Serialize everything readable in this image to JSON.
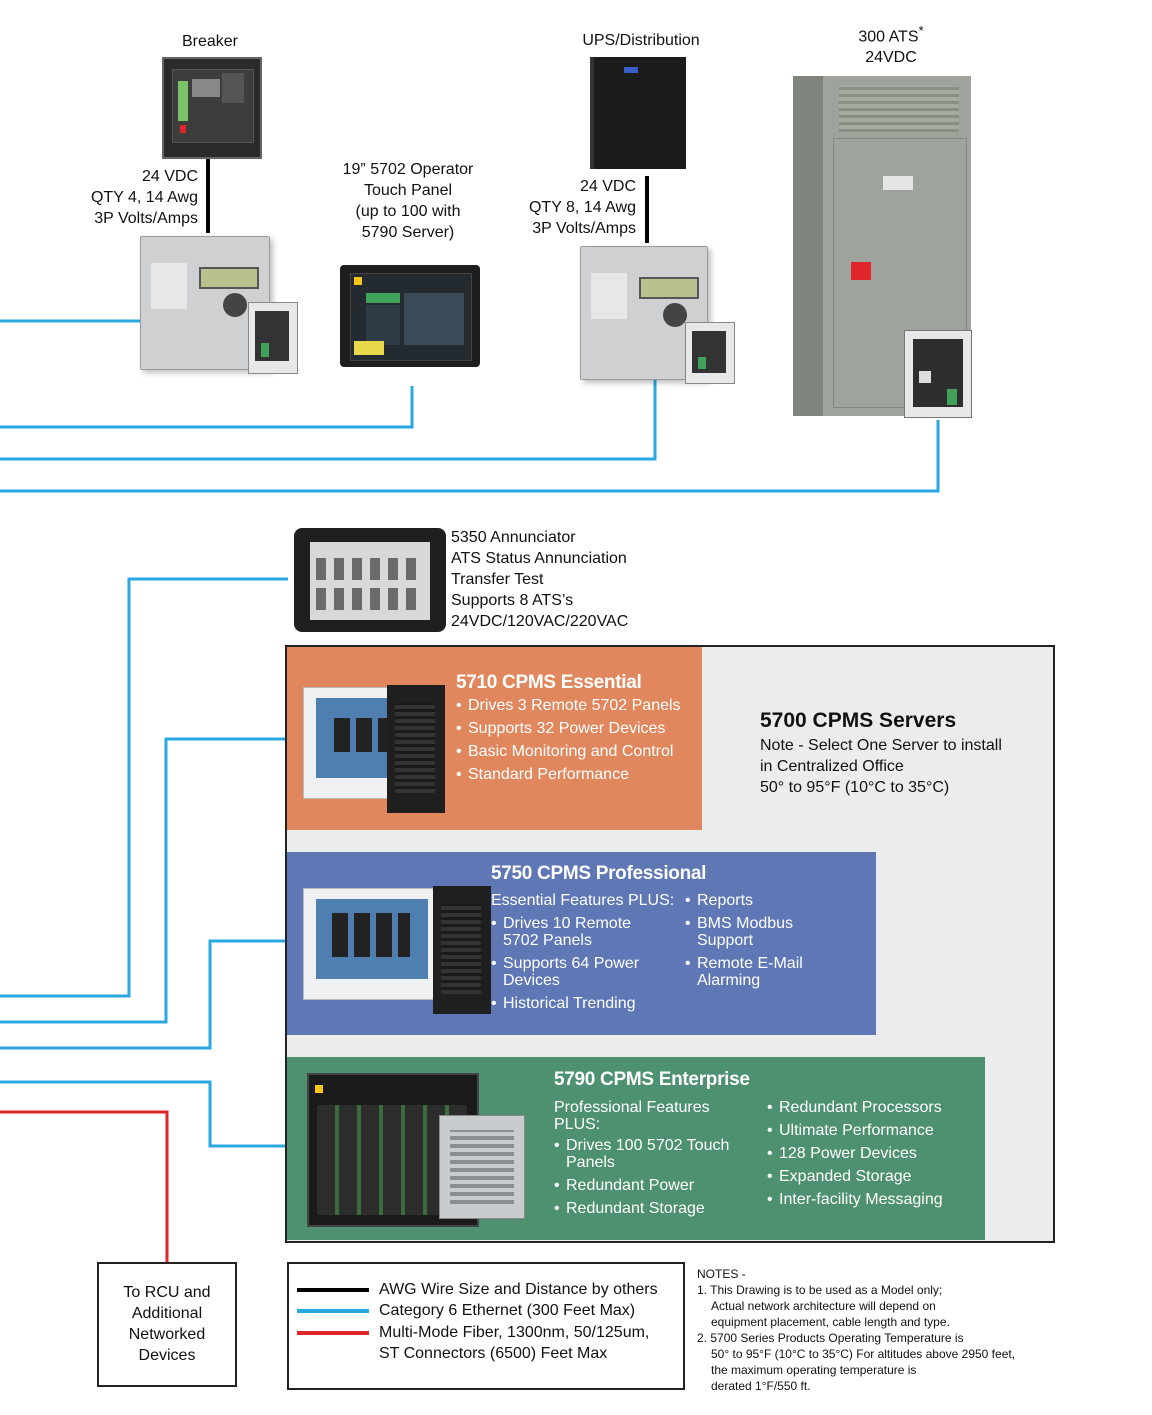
{
  "devices": {
    "breaker": {
      "label": "Breaker"
    },
    "ups": {
      "label": "UPS/Distribution"
    },
    "ats": {
      "label_line1": "300 ATS",
      "asterisk": "*",
      "label_line2": "24VDC"
    },
    "touch_panel": {
      "lines": [
        "19” 5702 Operator",
        "Touch Panel",
        "(up to 100 with",
        "5790 Server)"
      ]
    }
  },
  "wiring_specs": {
    "breaker": [
      "24 VDC",
      "QTY 4, 14 Awg",
      "3P Volts/Amps"
    ],
    "ups": [
      "24 VDC",
      "QTY 8, 14 Awg",
      "3P Volts/Amps"
    ]
  },
  "annunciator": {
    "lines": [
      "5350 Annunciator",
      "ATS Status Annunciation",
      "Transfer Test",
      "Supports 8 ATS’s",
      "24VDC/120VAC/220VAC"
    ]
  },
  "servers": {
    "title": "5700 CPMS Servers",
    "note_lines": [
      "Note - Select One Server to install",
      "in Centralized Office",
      "50° to 95°F (10°C to 35°C)"
    ],
    "essential": {
      "title": "5710 CPMS Essential",
      "color": "#e1875d",
      "bullets": [
        "Drives 3 Remote 5702 Panels",
        "Supports 32 Power Devices",
        "Basic Monitoring and Control",
        "Standard Performance"
      ]
    },
    "professional": {
      "title": "5750 CPMS Professional",
      "color": "#5f78b5",
      "intro": "Essential Features PLUS:",
      "bullets_left": [
        "Drives 10 Remote 5702 Panels",
        "Supports 64 Power Devices",
        "Historical Trending"
      ],
      "bullets_right": [
        "Reports",
        "BMS Modbus Support",
        "Remote E-Mail Alarming"
      ]
    },
    "enterprise": {
      "title": "5790 CPMS Enterprise",
      "color": "#4e9170",
      "intro": "Professional Features PLUS:",
      "bullets_left": [
        "Drives 100 5702 Touch Panels",
        "Redundant Power",
        "Redundant Storage"
      ],
      "bullets_right": [
        "Redundant Processors",
        "Ultimate Performance",
        "128 Power Devices",
        "Expanded Storage",
        "Inter-facility Messaging"
      ]
    }
  },
  "rcu_box": {
    "lines": [
      "To RCU and",
      "Additional",
      "Networked",
      "Devices"
    ]
  },
  "legend": {
    "items": [
      {
        "color": "#000000",
        "text": "AWG Wire Size and Distance by others"
      },
      {
        "color": "#2aa8e0",
        "text": "Category 6 Ethernet (300 Feet Max)"
      },
      {
        "color": "#e0262b",
        "text": "Multi-Mode Fiber, 1300nm, 50/125um,"
      },
      {
        "color": "",
        "text": "ST Connectors (6500) Feet Max"
      }
    ]
  },
  "notes": {
    "lines": [
      "NOTES -",
      "1. This Drawing is to be used as a Model only;",
      "Actual network architecture will depend on",
      "equipment placement, cable length and type.",
      "2. 5700 Series Products Operating Temperature is",
      "50° to 95°F (10°C to 35°C) For altitudes above 2950 feet,",
      "the maximum operating temperature is",
      "derated 1°F/550 ft."
    ]
  }
}
